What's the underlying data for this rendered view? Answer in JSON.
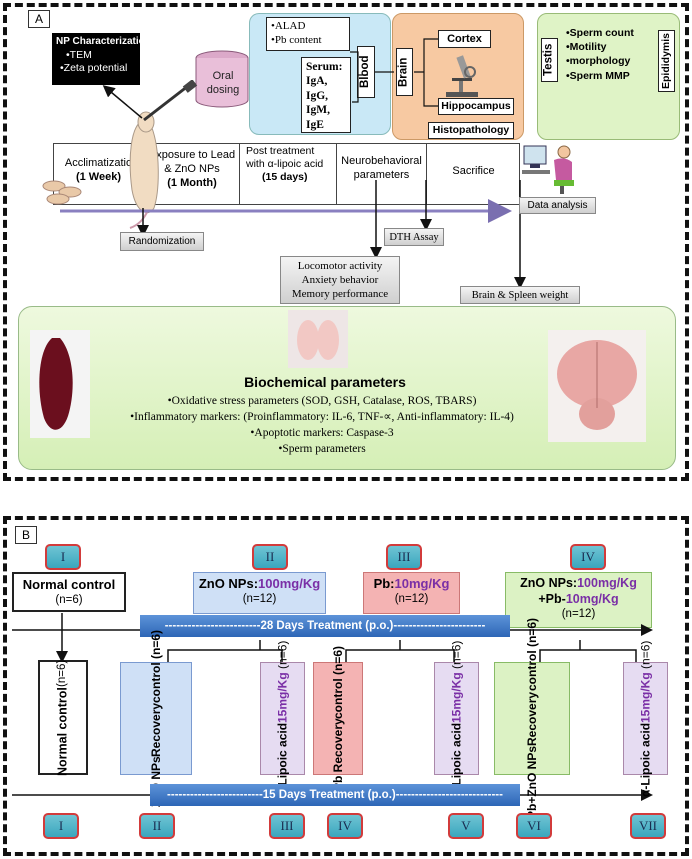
{
  "panel_a": {
    "tag": "A",
    "np_char": {
      "title": "NP Characterization",
      "items": [
        "•TEM",
        "•Zeta potential"
      ]
    },
    "oral_dosing": "Oral dosing",
    "blood": {
      "label": "Blood",
      "alad": "•ALAD",
      "pb": "•Pb content",
      "serum_title": "Serum:",
      "serum_items": [
        "IgA,",
        "IgG,",
        "IgM,",
        "IgE"
      ]
    },
    "brain": {
      "label": "Brain",
      "cortex": "Cortex",
      "hippocampus": "Hippocampus",
      "histopathology": "Histopathology"
    },
    "testis": {
      "label": "Testis",
      "epididymis": "Epididymis",
      "items": [
        "•Sperm count",
        "•Motility",
        "•morphology",
        "•Sperm MMP"
      ]
    },
    "timeline": {
      "acclimatization": "Acclimatizatio",
      "acclimatization_dur": "(1 Week)",
      "exposure": "Exposure to  Lead & ZnO NPs",
      "exposure_dur": "(1 Month)",
      "post_treatment": "Post treatment with  α-lipoic acid",
      "post_treatment_dur": "(15 days)",
      "neurobehavioral": "Neurobehavioral parameters",
      "sacrifice": "Sacrifice"
    },
    "data_analysis": "Data analysis",
    "randomization": "Randomization",
    "dth_assay": "DTH Assay",
    "behavior_tests": [
      "Locomotor activity",
      "Anxiety behavior",
      "Memory performance"
    ],
    "brain_spleen": "Brain & Spleen weight",
    "biochem": {
      "title": "Biochemical parameters",
      "lines": [
        "•Oxidative stress  parameters (SOD, GSH, Catalase, ROS, TBARS)",
        "•Inflammatory markers:  (Proinflammatory: IL-6, TNF-∝, Anti-inflammatory: IL-4)",
        "•Apoptotic markers: Caspase-3",
        "•Sperm parameters"
      ]
    }
  },
  "panel_b": {
    "tag": "B",
    "top_badges": [
      "I",
      "II",
      "III",
      "IV"
    ],
    "normal_control": {
      "label": "Normal control",
      "n": "(n=6)"
    },
    "group2": {
      "prefix": "ZnO NPs:",
      "dose": "100mg/Kg",
      "n": "(n=12)"
    },
    "group3": {
      "prefix": "Pb:",
      "dose": "10mg/Kg",
      "n": "(n=12)"
    },
    "group4": {
      "line1_prefix": "ZnO NPs:",
      "line1_dose": "100mg/Kg",
      "line2_prefix": "+Pb-",
      "line2_dose": "10mg/Kg",
      "n": "(n=12)"
    },
    "treatment28": "-------------------------28  Days Treatment (p.o.)------------------------",
    "treatment15": "-------------------------15  Days Treatment (p.o.)----------------------------",
    "sub_groups": [
      {
        "name": "nc",
        "line1": "Normal control",
        "line2": "(n=6)"
      },
      {
        "name": "zno-recovery",
        "line1": "ZnO NPs",
        "line2": "Recovery",
        "line3": "control (n=6)"
      },
      {
        "name": "lipoic-1",
        "line1": "α-Lipoic acid",
        "dose": "15mg/Kg",
        "n": "(n=6)"
      },
      {
        "name": "pb-recovery",
        "line1": "Pb Recovery",
        "line2": "control (n=6)"
      },
      {
        "name": "lipoic-2",
        "line1": "α-Lipoic acid",
        "dose": "15mg/Kg",
        "n": "(n=6)"
      },
      {
        "name": "pbzno-recovery",
        "line1": "Pb+ZnO NPs",
        "line2": "Recovery",
        "line3": "control (n=6)"
      },
      {
        "name": "lipoic-3",
        "line1": "α-Lipoic acid",
        "dose": "15mg/Kg",
        "n": "(n=6)"
      }
    ],
    "bottom_badges": [
      "I",
      "II",
      "III",
      "IV",
      "V",
      "VI",
      "VII"
    ]
  },
  "colors": {
    "blue_box": "#cfe0f6",
    "pink_box": "#f4b3b3",
    "green_box": "#dcf2c4",
    "purple_box": "#e6dcf2",
    "bar_blue": "#3a78c8",
    "accent_purple": "#7a2fa6"
  }
}
